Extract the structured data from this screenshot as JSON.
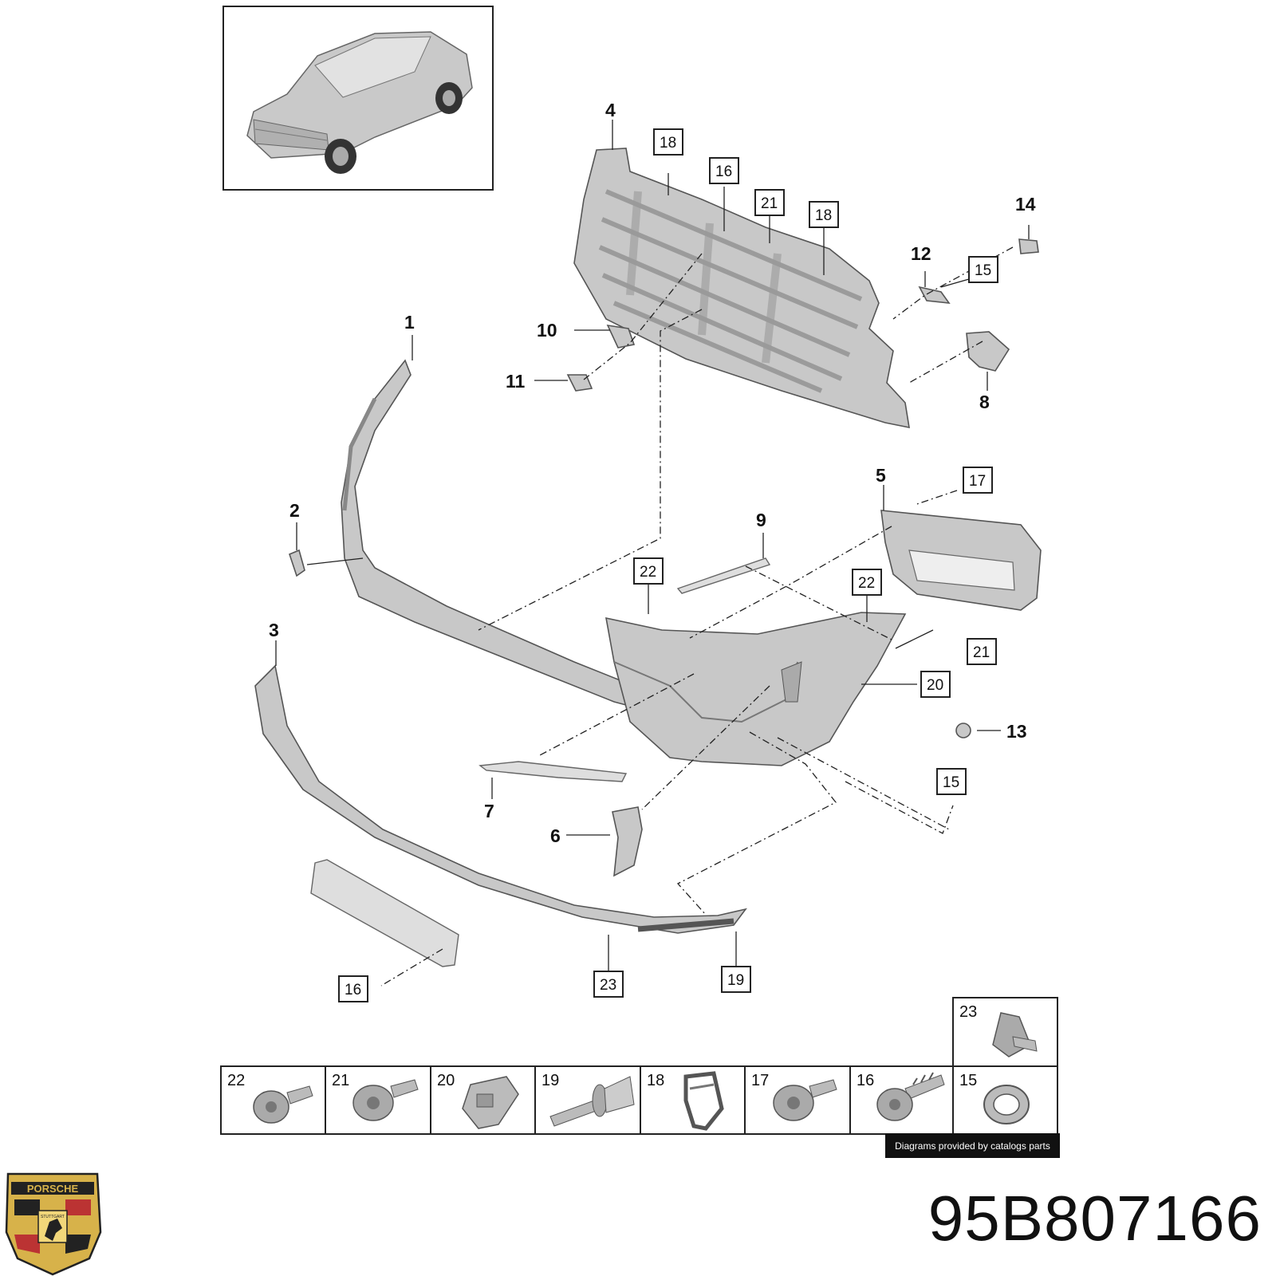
{
  "part_number": "95B807166",
  "credit": "Diagrams provided by catalogs parts",
  "logo": {
    "icon": "porsche-crest-icon",
    "wordmark": "PORSCHE",
    "city": "STUTTGART"
  },
  "callouts": [
    "1",
    "2",
    "3",
    "4",
    "5",
    "6",
    "7",
    "8",
    "9",
    "10",
    "11",
    "12",
    "13",
    "14"
  ],
  "boxed_labels": [
    "18",
    "16",
    "21",
    "18",
    "15",
    "17",
    "22",
    "22",
    "21",
    "20",
    "15",
    "16",
    "23",
    "19"
  ],
  "fastener_table": [
    {
      "num": "22",
      "icon": "flange-bolt-icon"
    },
    {
      "num": "21",
      "icon": "flange-bolt-icon"
    },
    {
      "num": "20",
      "icon": "clip-nut-icon"
    },
    {
      "num": "19",
      "icon": "expansion-rivet-icon"
    },
    {
      "num": "18",
      "icon": "spring-clip-icon"
    },
    {
      "num": "17",
      "icon": "flange-bolt-icon"
    },
    {
      "num": "16",
      "icon": "self-tapping-screw-icon"
    },
    {
      "num": "15",
      "icon": "grommet-ring-icon"
    },
    {
      "num": "23",
      "icon": "flange-screw-icon"
    }
  ]
}
